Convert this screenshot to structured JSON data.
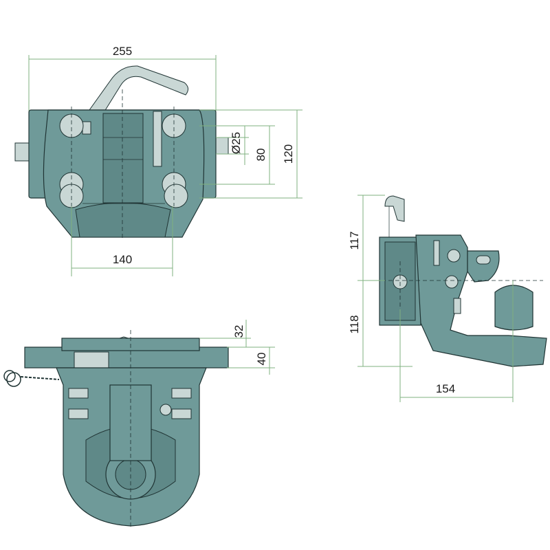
{
  "title": "Trailer hitch coupling dimension drawing",
  "colors": {
    "body": "#6f9a99",
    "highlight": "#c9d7d5",
    "dimension_line": "#7fb07f"
  },
  "views": {
    "front": {
      "width": "255",
      "bore": "Ø25",
      "hole_spacing": "80",
      "height": "120",
      "base_width": "140"
    },
    "side": {
      "upper_height": "117",
      "lower_height": "118",
      "depth": "154"
    },
    "bottom": {
      "offset_small": "32",
      "offset_large": "40"
    }
  }
}
